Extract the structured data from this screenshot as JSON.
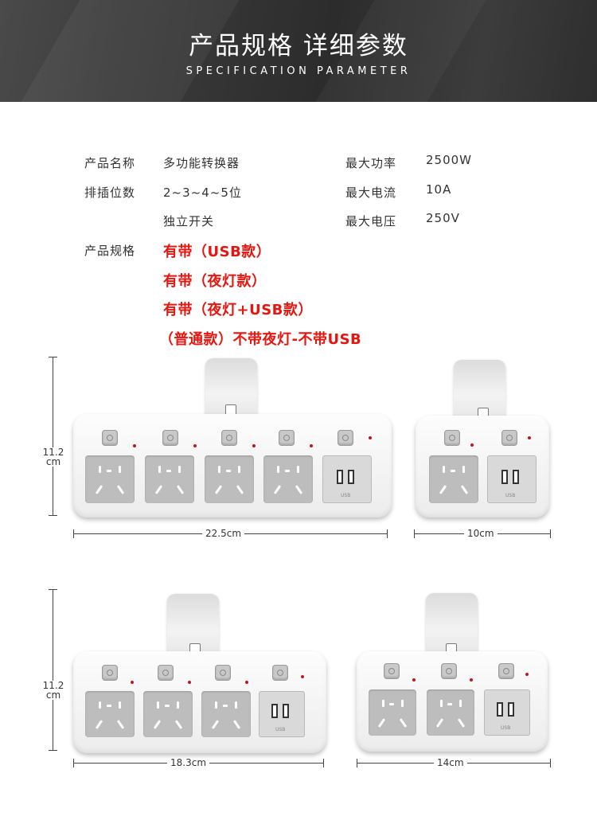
{
  "header": {
    "title": "产品规格 详细参数",
    "subtitle": "SPECIFICATION PARAMETER"
  },
  "specs": {
    "name_label": "产品名称",
    "name_value": "多功能转换器",
    "slots_label": "排插位数",
    "slots_value": "2~3~4~5位",
    "switch_value": "独立开关",
    "power_label": "最大功率",
    "power_value": "2500W",
    "current_label": "最大电流",
    "current_value": "10A",
    "voltage_label": "最大电压",
    "voltage_value": "250V",
    "model_label": "产品规格",
    "models": [
      "有带（USB款）",
      "有带（夜灯款）",
      "有带（夜灯+USB款）",
      "（普通款）不带夜灯-不带USB"
    ]
  },
  "dimensions": {
    "height_top": [
      "11.2",
      "cm"
    ],
    "height_bottom": [
      "11.2",
      "cm"
    ],
    "w1": "22.5cm",
    "w2": "10cm",
    "w3": "18.3cm",
    "w4": "14cm"
  },
  "usb_text": "USB",
  "colors": {
    "accent_red": "#e8150e",
    "header_bg": "#333333",
    "outlet_gray": "#bdbdbd"
  }
}
